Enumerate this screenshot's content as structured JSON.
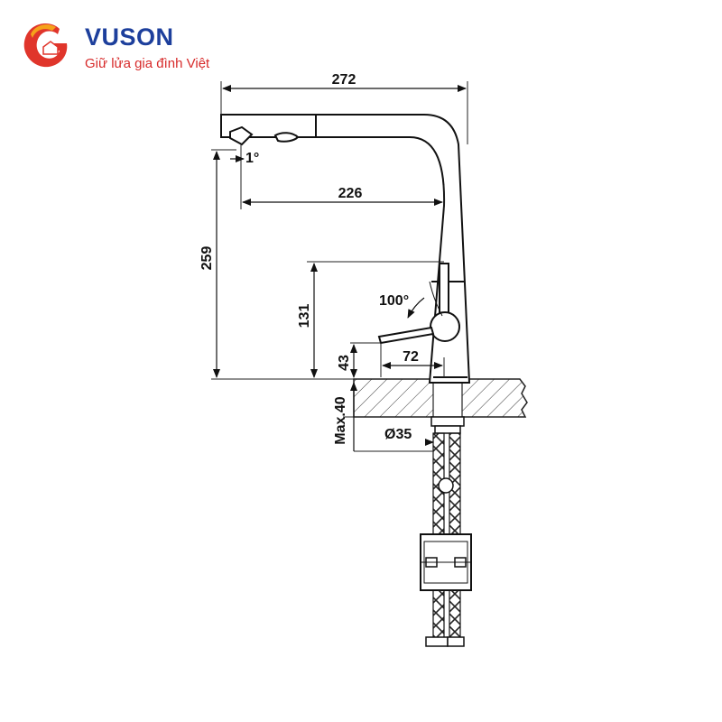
{
  "logo": {
    "brand": "VUSON",
    "tagline": "Giữ lửa gia đình Việt",
    "colors": {
      "brand": "#1d3f9c",
      "tagline": "#d72a2a",
      "mark": "#e0352b",
      "mark_accent": "#f5a21b"
    }
  },
  "dimensions": {
    "total_width": "272",
    "spout_angle": "1°",
    "spout_reach": "226",
    "total_height": "259",
    "lever_height": "131",
    "lever_angle": "100°",
    "lever_length": "72",
    "base_height": "43",
    "max_counter_thickness": "Max.40",
    "hole_diameter": "Ø35"
  }
}
